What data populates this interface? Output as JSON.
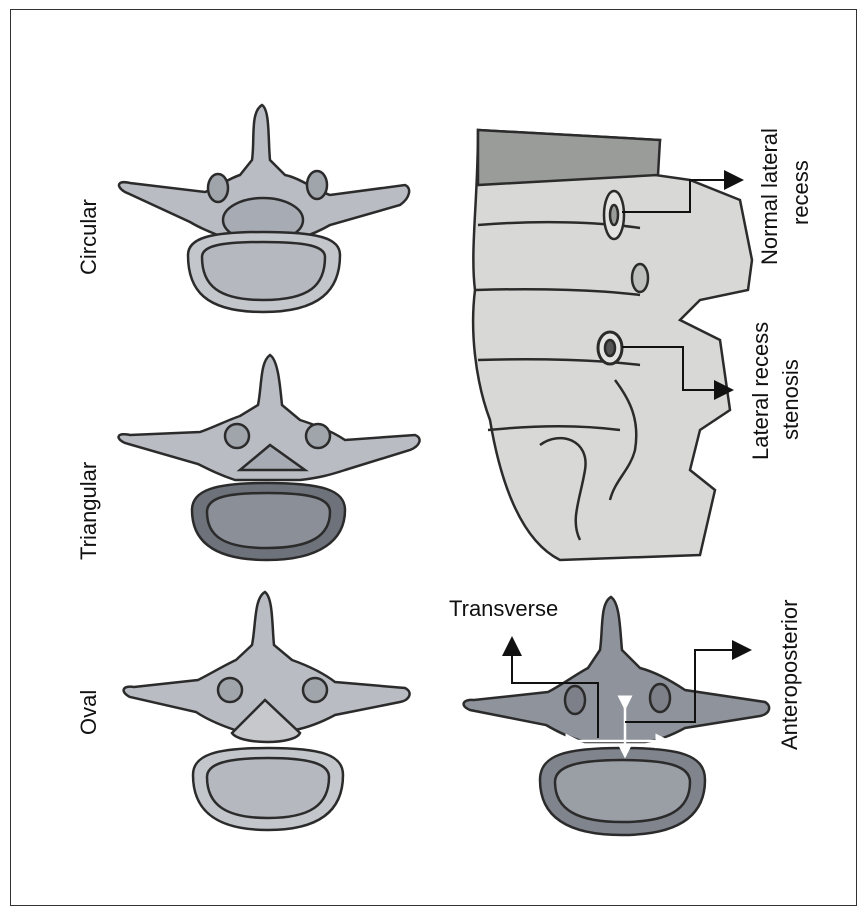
{
  "labels": {
    "circular": "Circular",
    "triangular": "Triangular",
    "oval": "Oval",
    "normal_lateral_recess_line1": "Normal lateral",
    "normal_lateral_recess_line2": "recess",
    "lateral_recess_stenosis_line1": "Lateral recess",
    "lateral_recess_stenosis_line2": "stenosis",
    "transverse": "Transverse",
    "anteroposterior": "Anteroposterior"
  },
  "colors": {
    "bone_fill": "#b9bcc2",
    "bone_dark": "#7d8088",
    "outline": "#2b2b2b",
    "sagittal_fill": "#d8d9d7",
    "measure_lines": "#ffffff",
    "frame": "#333333"
  }
}
